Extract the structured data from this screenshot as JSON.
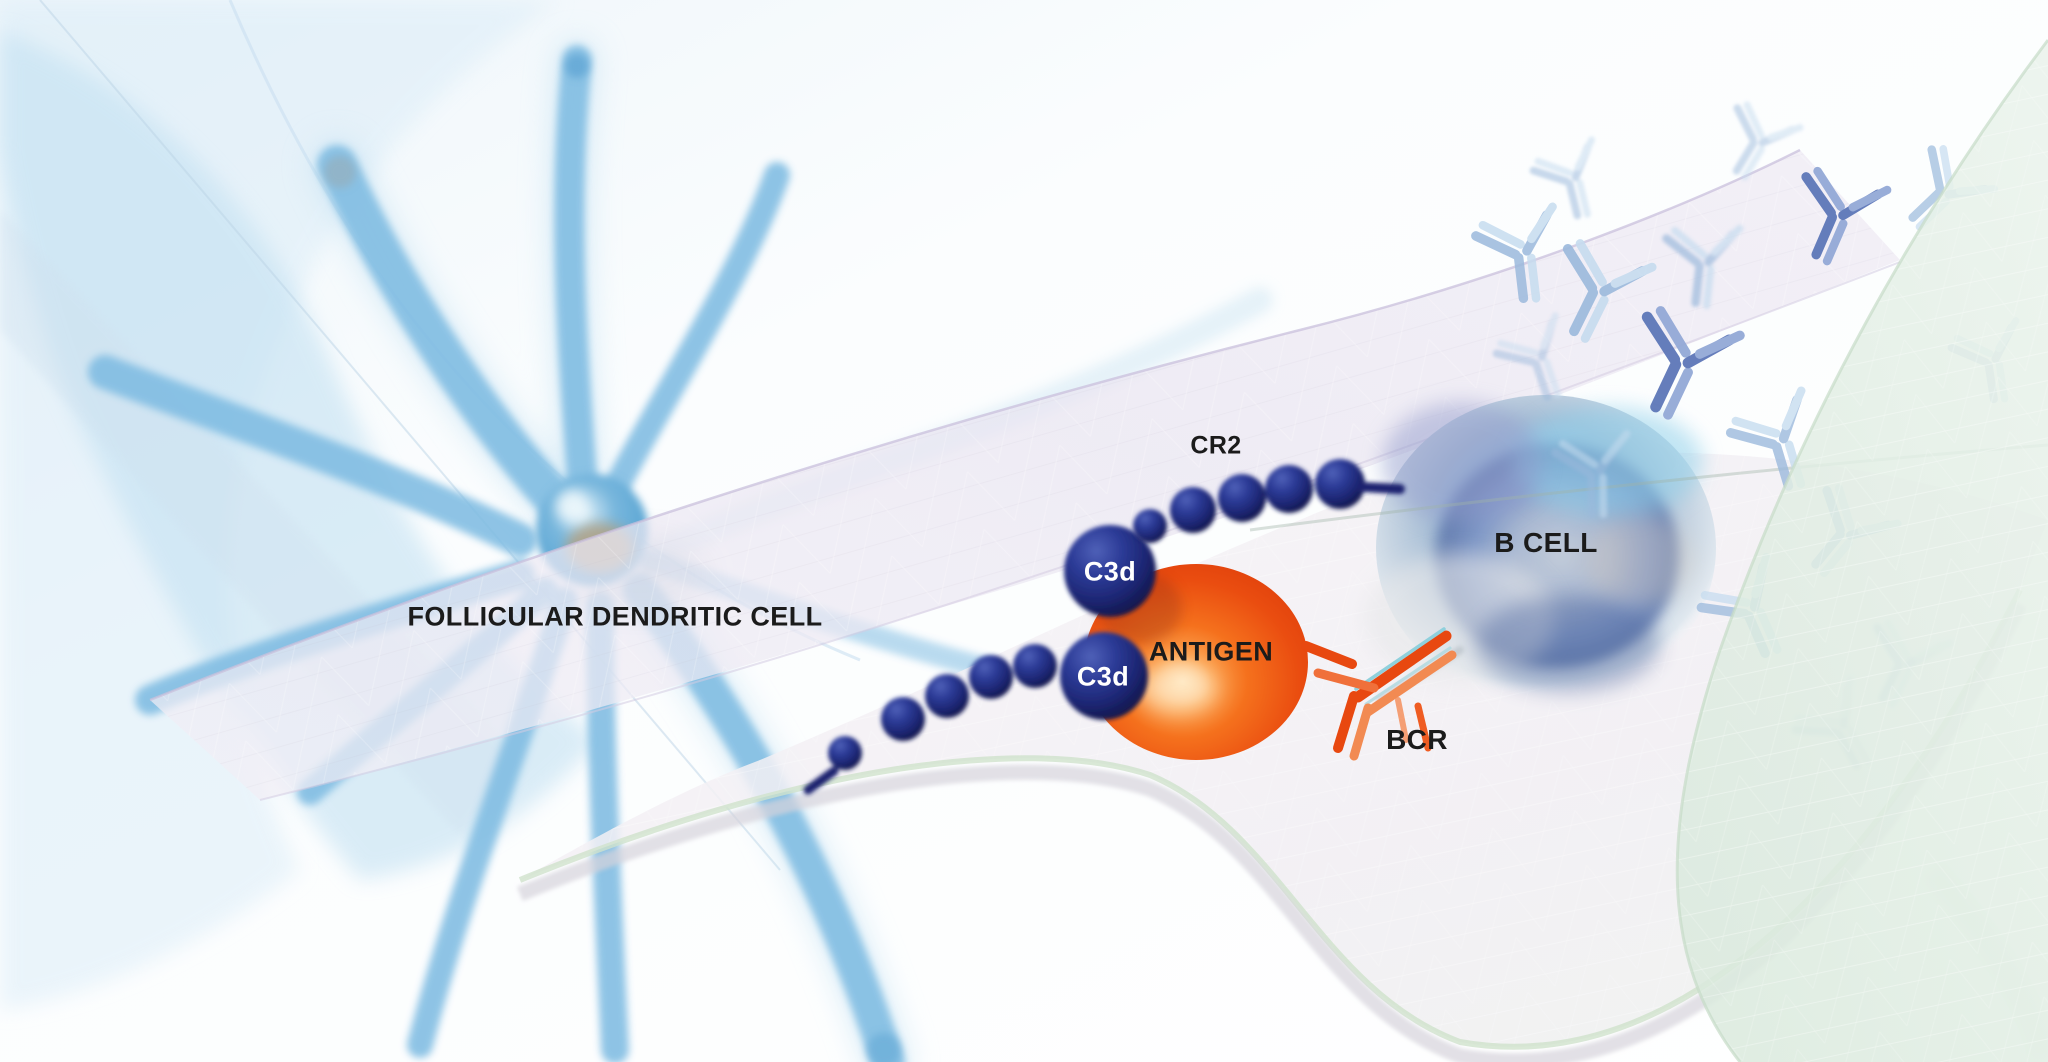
{
  "labels": {
    "fdc": "FOLLICULAR DENDRITIC CELL",
    "cr2": "CR2",
    "c3d_upper": "C3d",
    "c3d_lower": "C3d",
    "antigen": "ANTIGEN",
    "bcr": "BCR",
    "b_cell": "B CELL"
  },
  "colors": {
    "label_text": "#1b1b1b",
    "c3d_label_text": "#ffffff",
    "navy_sphere": "#232e7d",
    "antigen_orange": "#ee5a14",
    "bcr_orange": "#e84810",
    "antibody_blue_light": "#9bb9dc",
    "antibody_blue_dark": "#5d77b8",
    "fdc_arm_blue": "#7fbce2",
    "bcell_blue": "#7fa9d4",
    "ribbon_blue": "#cfe7f5",
    "ribbon_lavender": "#d9d3e6",
    "ribbon_green": "#dcebdf"
  }
}
